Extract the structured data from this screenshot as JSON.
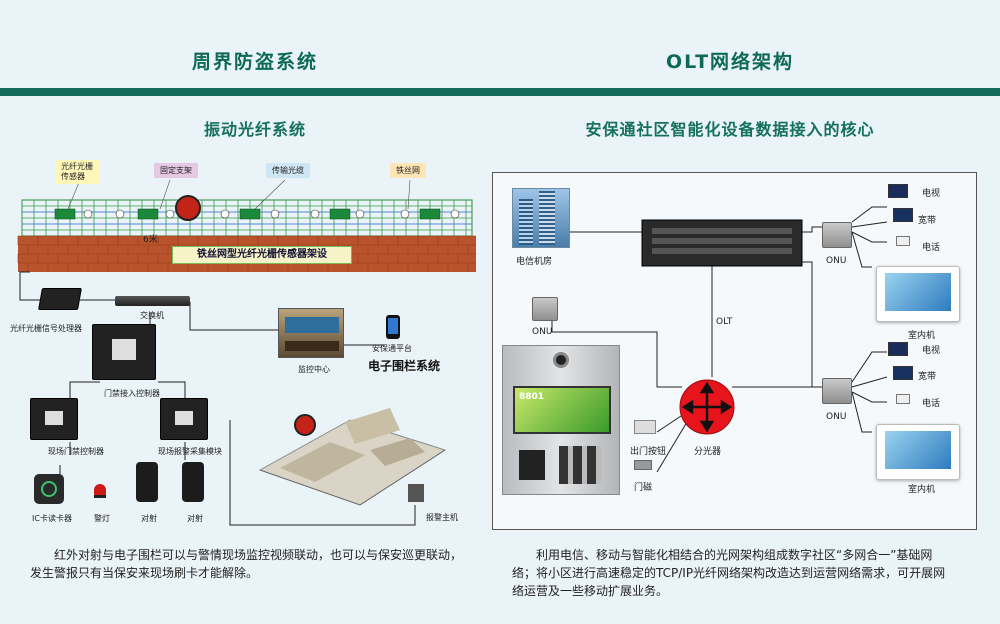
{
  "left": {
    "title": "周界防盗系统",
    "subtitle": "振动光纤系统",
    "fence_labels": {
      "sensor": "光纤光栅\n传感器",
      "bracket": "固定支架",
      "cable": "传输光缆",
      "wire": "铁丝网"
    },
    "distance": "6米",
    "wall_banner": "铁丝网型光纤光栅传感器架设",
    "devices": {
      "processor": "光纤光栅信号处理器",
      "switch": "交换机",
      "access_ctrl": "门禁接入控制器",
      "field_ctrl": "现场门禁控制器",
      "alarm_module": "现场报警采集模块",
      "card_reader": "IC卡读卡器",
      "alarm_light": "警灯",
      "beam1": "对射",
      "beam2": "对射",
      "monitor_center": "监控中心",
      "platform": "安保通平台",
      "electronic_fence": "电子围栏系统",
      "alarm_host": "报警主机"
    },
    "description": "红外对射与电子围栏可以与警情现场监控视频联动，也可以与保安巡更联动，发生警报只有当保安来现场刷卡才能解除。"
  },
  "right": {
    "title": "OLT网络架构",
    "subtitle": "安保通社区智能化设备数据接入的核心",
    "labels": {
      "telecom": "电信机房",
      "olt": "OLT",
      "onu_top": "ONU",
      "onu_mid": "ONU",
      "onu_bottom": "ONU",
      "tv1": "电视",
      "broadband1": "宽带",
      "phone1": "电话",
      "indoor1": "室内机",
      "tv2": "电视",
      "broadband2": "宽带",
      "phone2": "电话",
      "indoor2": "室内机",
      "exit_button": "出门按钮",
      "door_magnet": "门磁",
      "splitter": "分光器",
      "intercom_screen": "8801"
    },
    "description": "利用电信、移动与智能化相结合的光网架构组成数字社区“多网合一”基础网络；将小区进行高速稳定的TCP/IP光纤网络架构改造达到运营网络需求，可开展网络运营及一些移动扩展业务。"
  },
  "colors": {
    "brand": "#146a5a",
    "title": "#0e6a57",
    "background": "#eaf3f8",
    "splitter": "#e8141c",
    "brick": "#b9532c"
  }
}
